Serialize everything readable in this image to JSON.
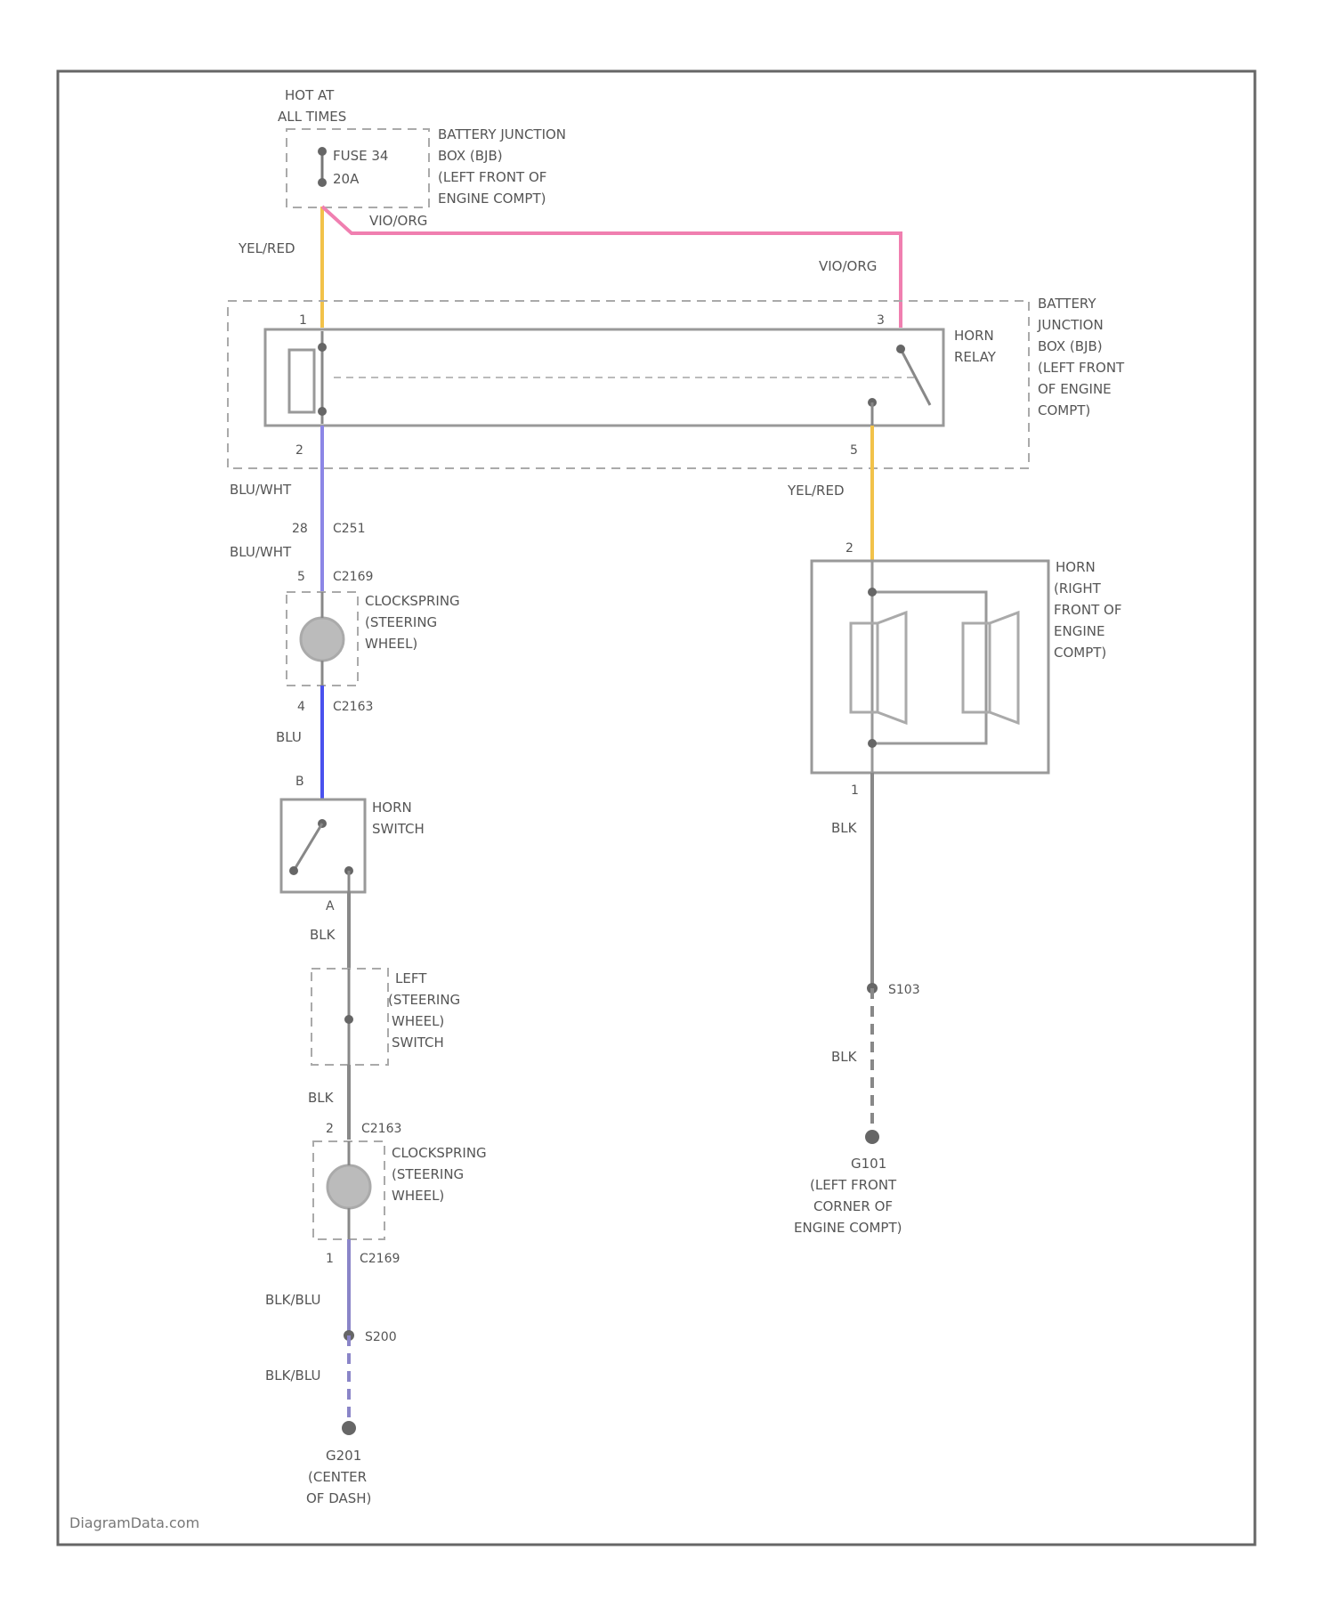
{
  "diagram": {
    "watermark": "DiagramData.com",
    "colors": {
      "yel_red": "#f2c24a",
      "vio_org": "#f07fb0",
      "blu_wht": "#8c86e6",
      "blu": "#4a52ee",
      "blk": "#888888",
      "blk_blu": "#8a85c8",
      "frame": "#666666"
    },
    "fuse": {
      "hot_label_1": "HOT AT",
      "hot_label_2": "ALL TIMES",
      "fuse_name": "FUSE 34",
      "fuse_rating": "20A",
      "bjb_line1": "BATTERY JUNCTION",
      "bjb_line2": "BOX (BJB)",
      "bjb_line3": "(LEFT FRONT OF",
      "bjb_line4": "ENGINE COMPT)"
    },
    "wires": {
      "yel_red_top": "YEL/RED",
      "vio_org_top": "VIO/ORG",
      "vio_org_right": "VIO/ORG",
      "blu_wht_1": "BLU/WHT",
      "blu_wht_2": "BLU/WHT",
      "blu": "BLU",
      "blk_1": "BLK",
      "blk_2": "BLK",
      "blk_blu_1": "BLK/BLU",
      "blk_blu_2": "BLK/BLU",
      "yel_red_right": "YEL/RED",
      "blk_right_1": "BLK",
      "blk_right_2": "BLK"
    },
    "relay": {
      "name_1": "HORN",
      "name_2": "RELAY",
      "bjb_line1": "BATTERY",
      "bjb_line2": "JUNCTION",
      "bjb_line3": "BOX (BJB)",
      "bjb_line4": "(LEFT FRONT",
      "bjb_line5": "OF ENGINE",
      "bjb_line6": "COMPT)",
      "pin_left_top": "1",
      "pin_left_bottom": "2",
      "pin_right_top": "3",
      "pin_right_bottom": "5"
    },
    "connectors": {
      "c251_pin": "28",
      "c251": "C251",
      "c2169_pin": "5",
      "c2169": "C2169",
      "c2163_pin": "4",
      "c2163": "C2163",
      "horn_switch_pin_b": "B",
      "horn_switch_pin_a": "A",
      "c2163b_pin": "2",
      "c2163b": "C2163",
      "c2169b_pin": "1",
      "c2169b": "C2169"
    },
    "clockspring_1": {
      "l1": "CLOCKSPRING",
      "l2": "(STEERING",
      "l3": "WHEEL)"
    },
    "horn_switch": {
      "l1": "HORN",
      "l2": "SWITCH"
    },
    "left_switch": {
      "l1": "LEFT",
      "l2": "(STEERING",
      "l3": "WHEEL)",
      "l4": "SWITCH"
    },
    "clockspring_2": {
      "l1": "CLOCKSPRING",
      "l2": "(STEERING",
      "l3": "WHEEL)"
    },
    "splice_left": "S200",
    "ground_left": {
      "l1": "G201",
      "l2": "(CENTER",
      "l3": "OF DASH)"
    },
    "horn": {
      "l1": "HORN",
      "l2": "(RIGHT",
      "l3": "FRONT OF",
      "l4": "ENGINE",
      "l5": "COMPT)",
      "pin_top": "2",
      "pin_bottom": "1"
    },
    "splice_right": "S103",
    "ground_right": {
      "l1": "G101",
      "l2": "(LEFT FRONT",
      "l3": "CORNER OF",
      "l4": "ENGINE COMPT)"
    }
  }
}
